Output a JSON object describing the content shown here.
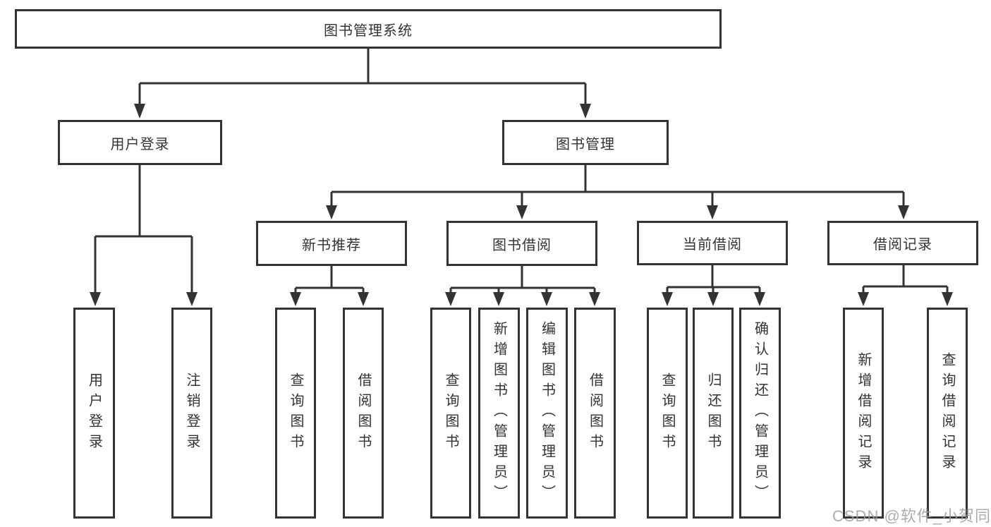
{
  "watermark": "CSDN @软件_小贺同学",
  "colors": {
    "line": "#333333",
    "text": "#333333",
    "background": "#ffffff",
    "watermark": "#9e9e9e"
  },
  "tree": {
    "root": "图书管理系统",
    "login": {
      "label": "用户登录",
      "children": [
        "用户登录",
        "注销登录"
      ]
    },
    "mgmt": {
      "label": "图书管理",
      "sections": [
        {
          "label": "新书推荐",
          "children": [
            "查询图书",
            "借阅图书"
          ]
        },
        {
          "label": "图书借阅",
          "children": [
            "查询图书",
            "新增图书（管理员）",
            "编辑图书（管理员）",
            "借阅图书"
          ]
        },
        {
          "label": "当前借阅",
          "children": [
            "查询图书",
            "归还图书",
            "确认归还（管理员）"
          ]
        },
        {
          "label": "借阅记录",
          "children": [
            "新增借阅记录",
            "查询借阅记录"
          ]
        }
      ]
    }
  }
}
